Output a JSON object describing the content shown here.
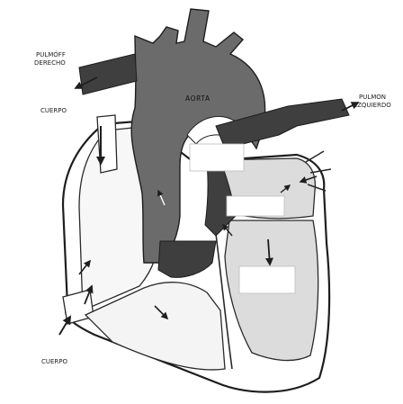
{
  "labels": {
    "pulmon_derecho_1": "PULMÓFF",
    "pulmon_derecho_2": "DERECHO",
    "cuerpo_top": "CUERPO",
    "aorta": "AORTA",
    "pulmon_izquierdo_1": "PULMON",
    "pulmon_izquierdo_2": "IZQUIERDO",
    "cuerpo_bottom": "CUERPO"
  },
  "blank_boxes": [
    "",
    "",
    ""
  ],
  "colors": {
    "aorta": "#6b6b6b",
    "pulmonary": "#3f3f3f",
    "left_chamber": "#dcdcdc",
    "right_chamber": "#f7f7f7",
    "outline": "#1e1e1e"
  }
}
